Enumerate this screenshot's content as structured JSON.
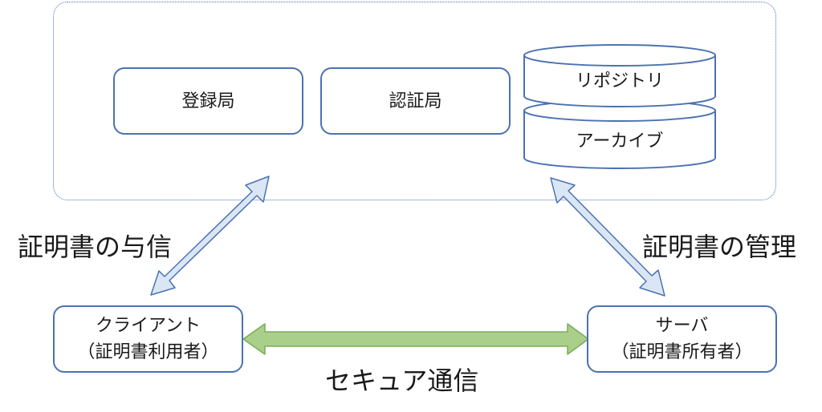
{
  "trust_domain": {
    "registration_authority": "登録局",
    "certification_authority": "認証局",
    "repository": "リポジトリ",
    "archive": "アーカイブ"
  },
  "client": {
    "title": "クライアント",
    "subtitle": "（証明書利用者）"
  },
  "server": {
    "title": "サーバ",
    "subtitle": "（証明書所有者）"
  },
  "labels": {
    "issuance": "証明書の与信",
    "management": "証明書の管理",
    "secure_comm": "セキュア通信"
  },
  "colors": {
    "border": "#4a72b3",
    "blue_arrow_fill": "#dbe6f5",
    "green_arrow_fill": "#a9cf8a",
    "green_arrow_stroke": "#7aab5a"
  }
}
